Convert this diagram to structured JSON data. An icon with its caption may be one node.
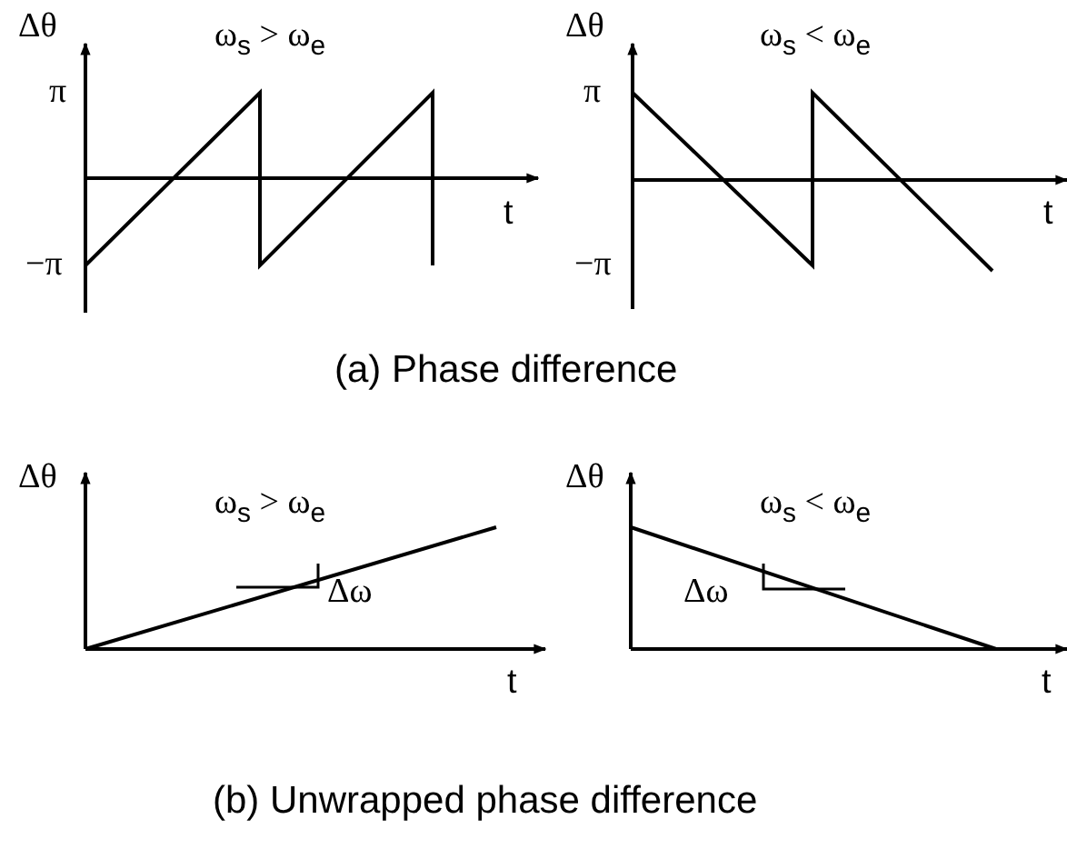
{
  "diagram": {
    "labels": [
      "Δθ",
      "ω$_{s}$ > ω$_{e}$",
      "Δθ",
      "ω$_{s}$ < ω$_{e}$",
      "π",
      "π",
      "t",
      "t",
      "−π",
      "−π",
      "(a) Phase difference",
      "Δθ",
      "ω$_{s}$ > ω$_{e}$",
      "Δθ",
      "ω$_{s}$ < ω$_{e}$",
      "Δω",
      "Δω",
      "t",
      "t",
      "(b) Unwrapped phase difference"
    ]
  }
}
